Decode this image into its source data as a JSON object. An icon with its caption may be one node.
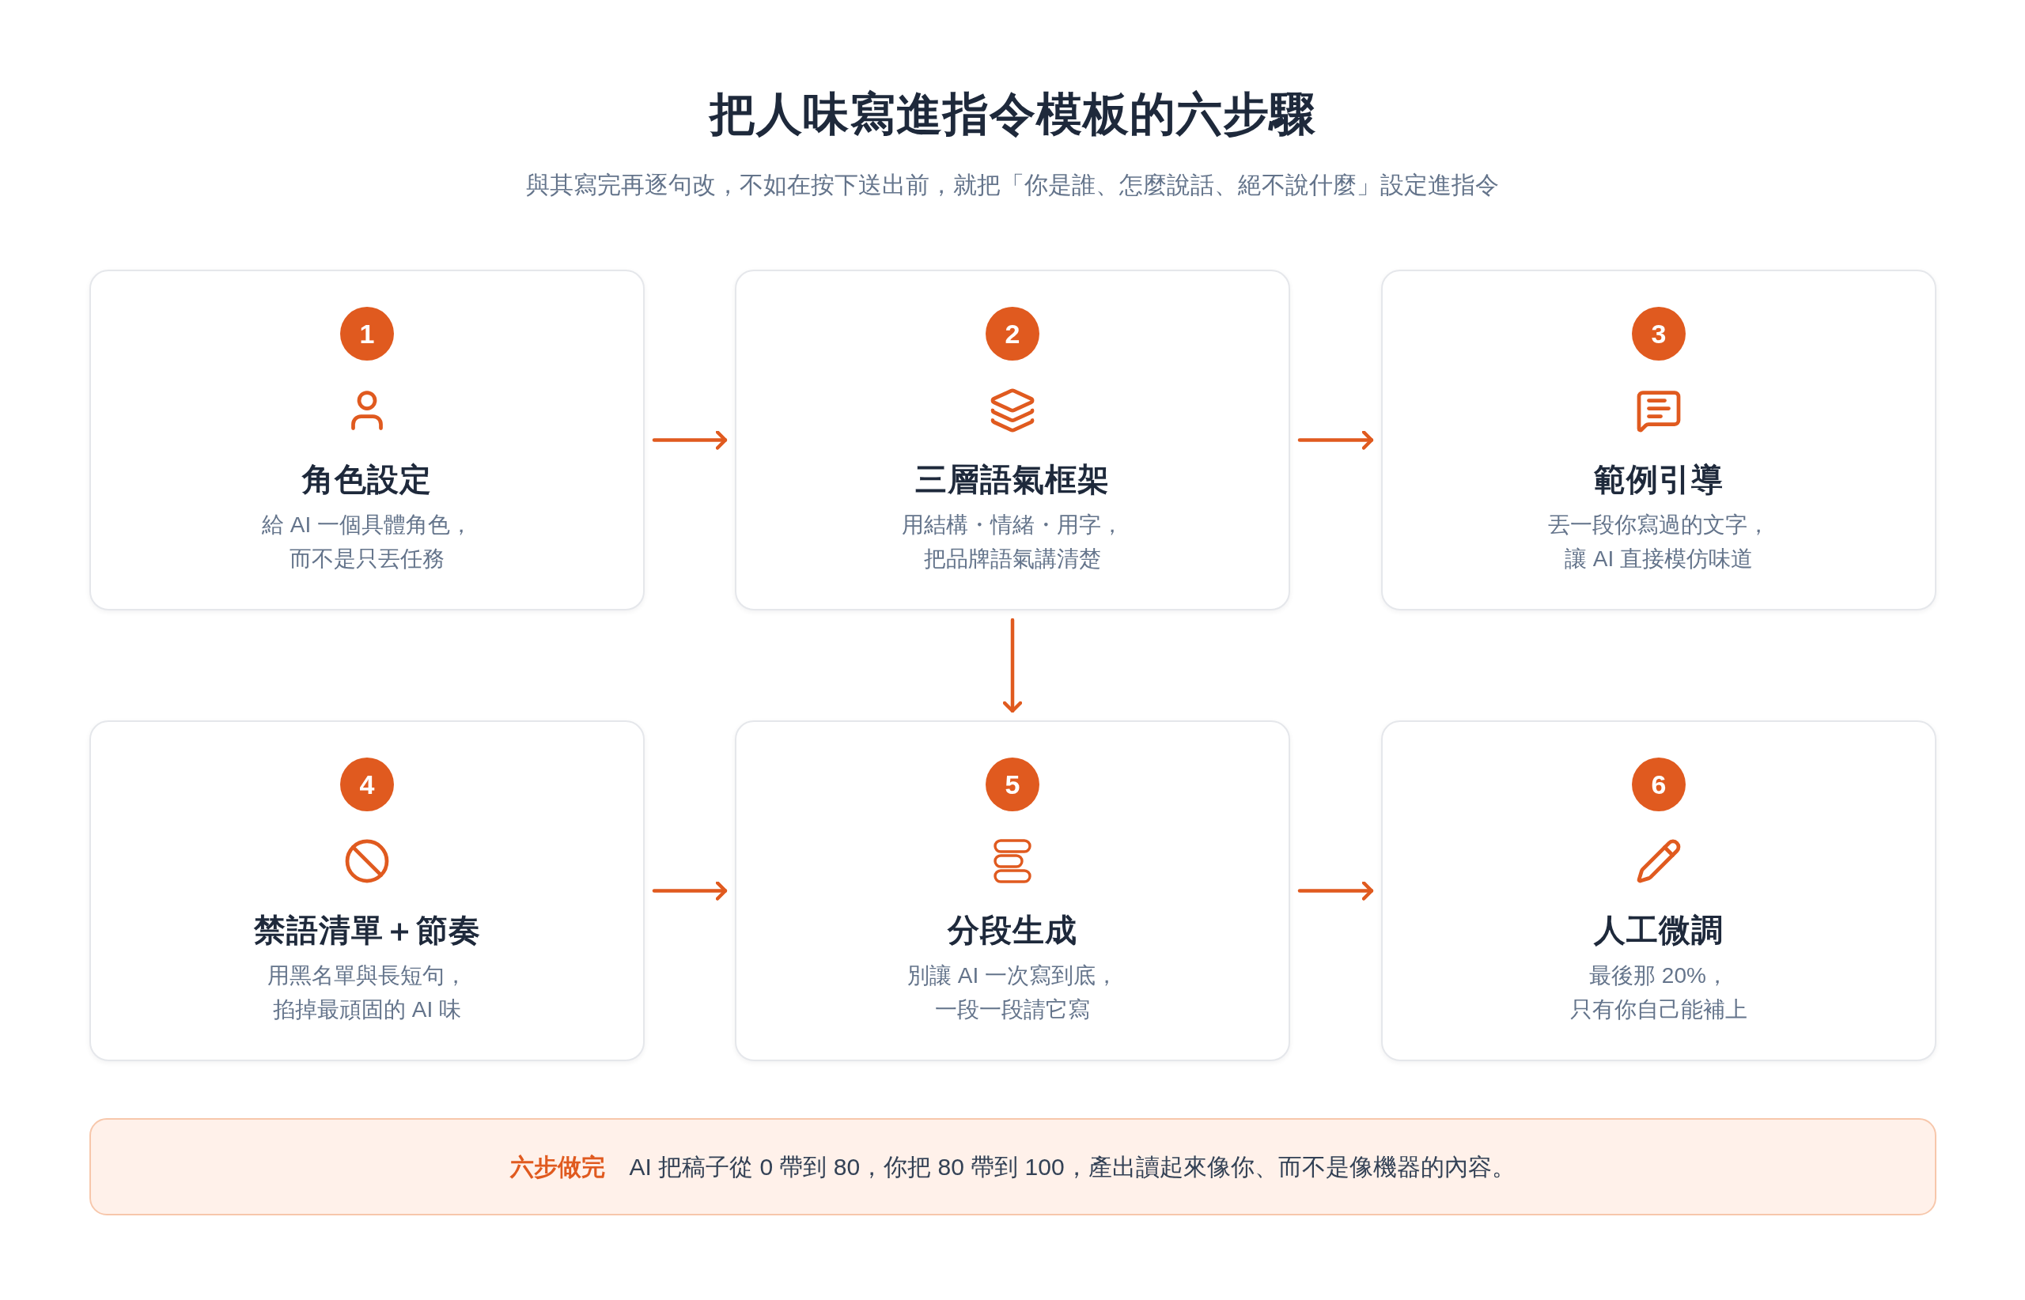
{
  "diagram": {
    "title": "把人味寫進指令模板的六步驟",
    "nodes": [
      {
        "text": [
          "角色設定",
          "給 AI 一個具體角色，而不是只丟任務"
        ]
      },
      {
        "text": [
          "1"
        ],
        "in": 0
      },
      {
        "text": [
          "三層語氣框架",
          "用結構・情緒・用字，把品牌語氣講清楚"
        ]
      },
      {
        "text": [
          "2"
        ],
        "in": 2
      },
      {
        "text": [
          "範例引導",
          "丟一段你寫過的文字，讓 AI 直接模仿味道"
        ]
      },
      {
        "text": [
          "3"
        ],
        "in": 4
      },
      {
        "text": [
          "禁語清單＋節奏",
          "用黑名單與長短句，掐掉最頑固的 AI 味"
        ]
      },
      {
        "text": [
          "4"
        ],
        "in": 6
      },
      {
        "text": [
          "分段生成",
          "別讓 AI 一次寫到底，一段一段請它寫"
        ]
      },
      {
        "text": [
          "5"
        ],
        "in": 8
      },
      {
        "text": [
          "人工微調",
          "最後那 20%，只有你自己能補上"
        ]
      },
      {
        "text": [
          "6"
        ],
        "in": 10
      },
      {
        "text": [
          "六步做完",
          "AI 把稿子從 0 帶到 80，你把 80 帶到 100，產出讀起來像你、而不是像機器的內容。"
        ]
      }
    ],
    "edges": [
      {
        "from": 0,
        "to": 2,
        "arrow": "to"
      },
      {
        "from": 2,
        "to": 4,
        "arrow": "to"
      },
      {
        "from": 2,
        "to": 8,
        "arrow": "to"
      },
      {
        "from": 6,
        "to": 8,
        "arrow": "to"
      },
      {
        "from": 8,
        "to": 10,
        "arrow": "to"
      }
    ],
    "labels": [
      "與其寫完再逐句改，不如在按下送出前，就把「你是誰、怎麼說話、絕不說什麼」設定進指令"
    ]
  }
}
